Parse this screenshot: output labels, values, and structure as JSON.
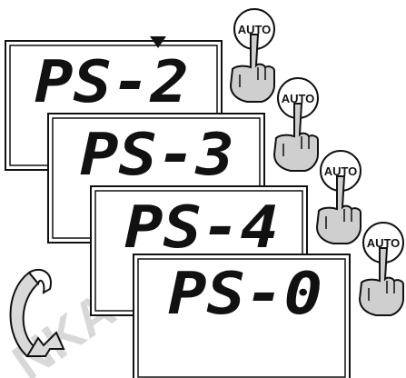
{
  "displays": [
    {
      "text": "PS-2",
      "marker": true
    },
    {
      "text": "PS-3",
      "marker": false
    },
    {
      "text": "PS-4",
      "marker": false
    },
    {
      "text": "PS-0",
      "marker": false
    }
  ],
  "auto_button": {
    "label": "AUTO"
  },
  "watermark": "NKA",
  "colors": {
    "frame": "#111111",
    "hand_fill": "#cfcfcf",
    "cycle_arrow_fill": "#d9d9d9"
  },
  "icons": [
    "press-hand-icon",
    "auto-button-icon",
    "cycle-arrow-icon",
    "pointer-triangle-icon"
  ]
}
